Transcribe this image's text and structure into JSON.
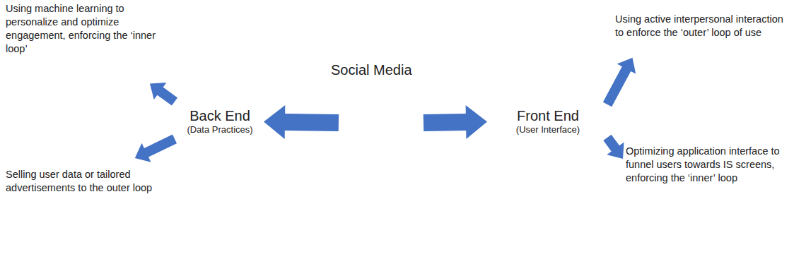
{
  "diagram": {
    "nodes": [
      {
        "text": [
          "Social Media"
        ]
      },
      {
        "text": [
          "Back End",
          "(Data Practices)"
        ]
      },
      {
        "text": [
          "Front End",
          "(User Interface)"
        ]
      },
      {
        "text": [
          "Using machine learning to personalize and optimize engagement, enforcing the ‘inner loop’"
        ]
      },
      {
        "text": [
          "Selling user data or tailored advertisements to the outer loop"
        ]
      },
      {
        "text": [
          "Using active interpersonal interaction to enforce the ‘outer’ loop of use"
        ]
      },
      {
        "text": [
          "Optimizing application interface to funnel users towards IS screens, enforcing the ‘inner’ loop"
        ]
      }
    ],
    "edges": [
      {
        "from": 0,
        "to": 1,
        "arrow": "to"
      },
      {
        "from": 0,
        "to": 2,
        "arrow": "to"
      },
      {
        "from": 1,
        "to": 3,
        "arrow": "to"
      },
      {
        "from": 1,
        "to": 4,
        "arrow": "to"
      },
      {
        "from": 2,
        "to": 5,
        "arrow": "to"
      },
      {
        "from": 2,
        "to": 6,
        "arrow": "to"
      }
    ]
  }
}
